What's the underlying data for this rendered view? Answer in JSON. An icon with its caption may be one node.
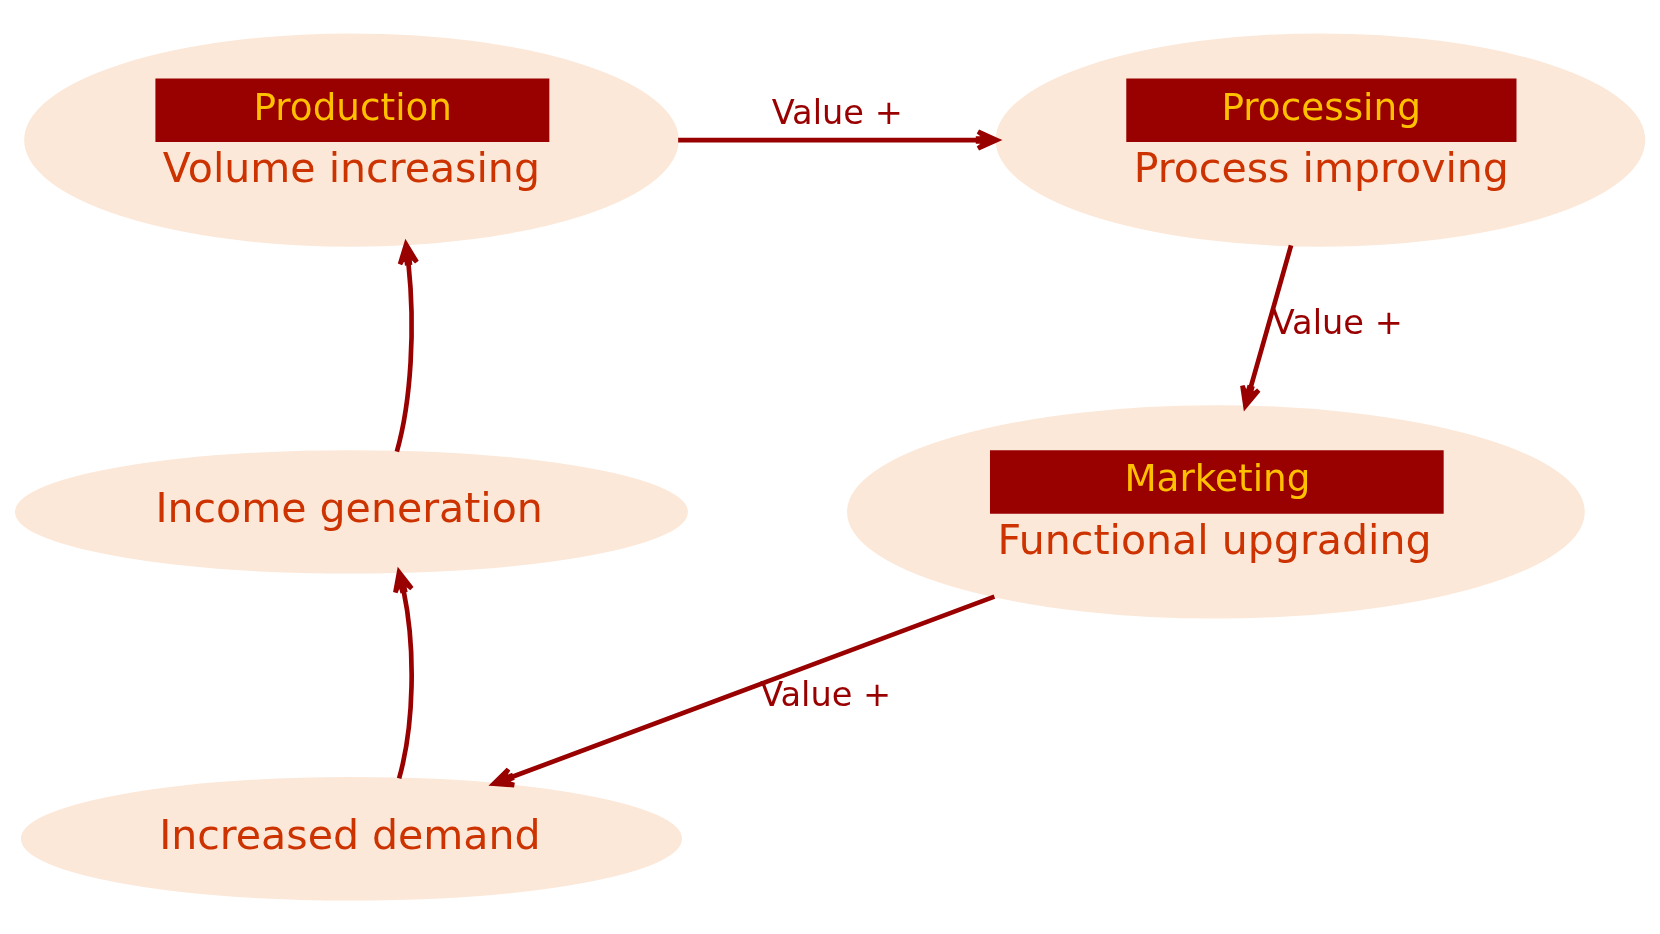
{
  "diagram": {
    "nodes": [
      {
        "text": [
          "Production",
          "Volume increasing"
        ]
      },
      {
        "text": [
          "Processing",
          "Process improving"
        ]
      },
      {
        "text": [
          "Marketing",
          "Functional upgrading"
        ]
      },
      {
        "text": [
          "Increased demand"
        ]
      },
      {
        "text": [
          "Income generation"
        ]
      }
    ],
    "edges": [
      {
        "from": 0,
        "to": 1,
        "arrow": "to",
        "label": "Value +"
      },
      {
        "from": 1,
        "to": 2,
        "arrow": "to",
        "label": "Value +"
      },
      {
        "from": 2,
        "to": 3,
        "arrow": "to",
        "label": "Value +"
      },
      {
        "from": 3,
        "to": 4,
        "arrow": "to"
      },
      {
        "from": 4,
        "to": 0,
        "arrow": "to"
      }
    ]
  }
}
